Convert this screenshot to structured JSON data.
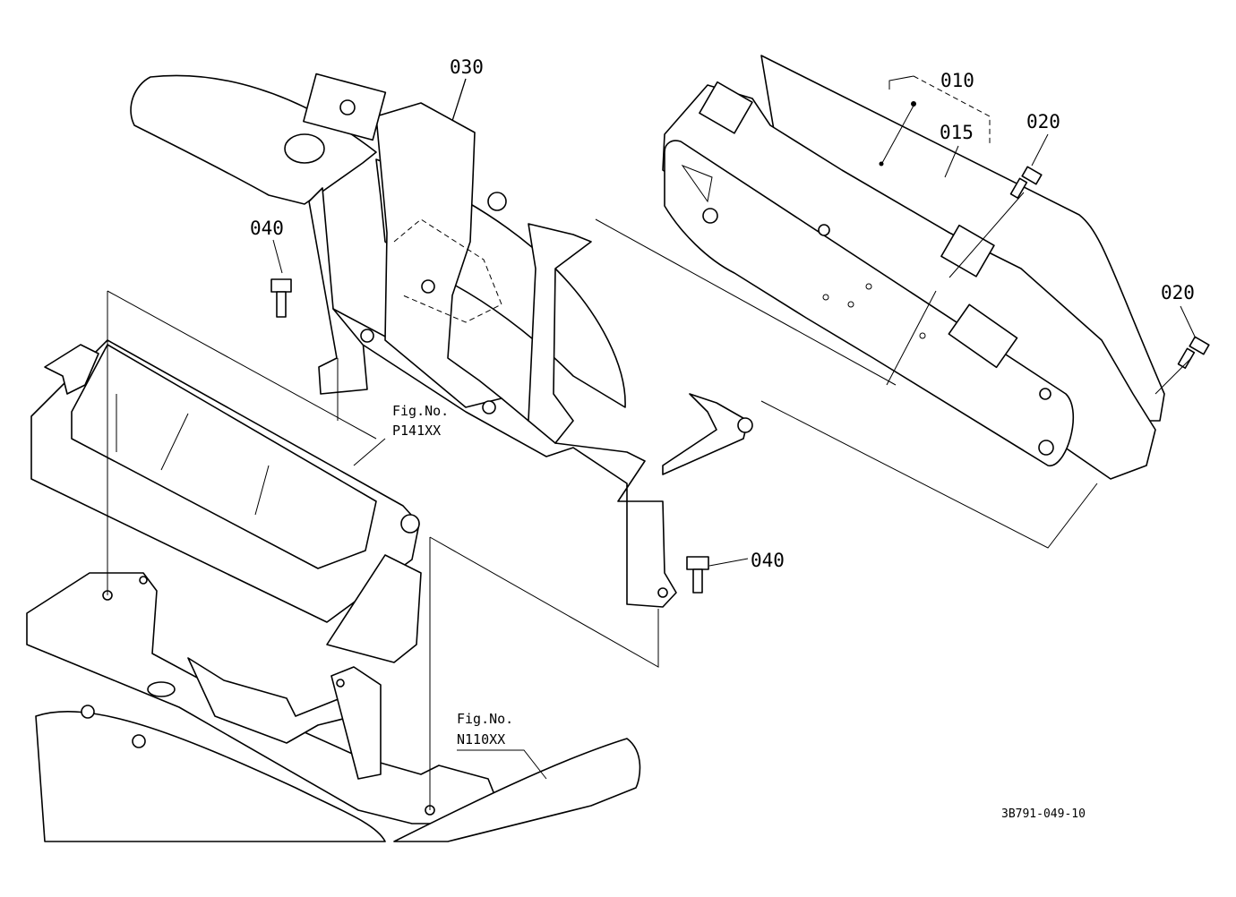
{
  "callouts": {
    "p010": "010",
    "p015": "015",
    "p020_a": "020",
    "p020_b": "020",
    "p030": "030",
    "p040_a": "040",
    "p040_b": "040"
  },
  "figure_refs": {
    "ref1_line1": "Fig.No.",
    "ref1_line2": "P141XX",
    "ref2_line1": "Fig.No.",
    "ref2_line2": "N110XX"
  },
  "drawing_code": "3B791-049-10"
}
